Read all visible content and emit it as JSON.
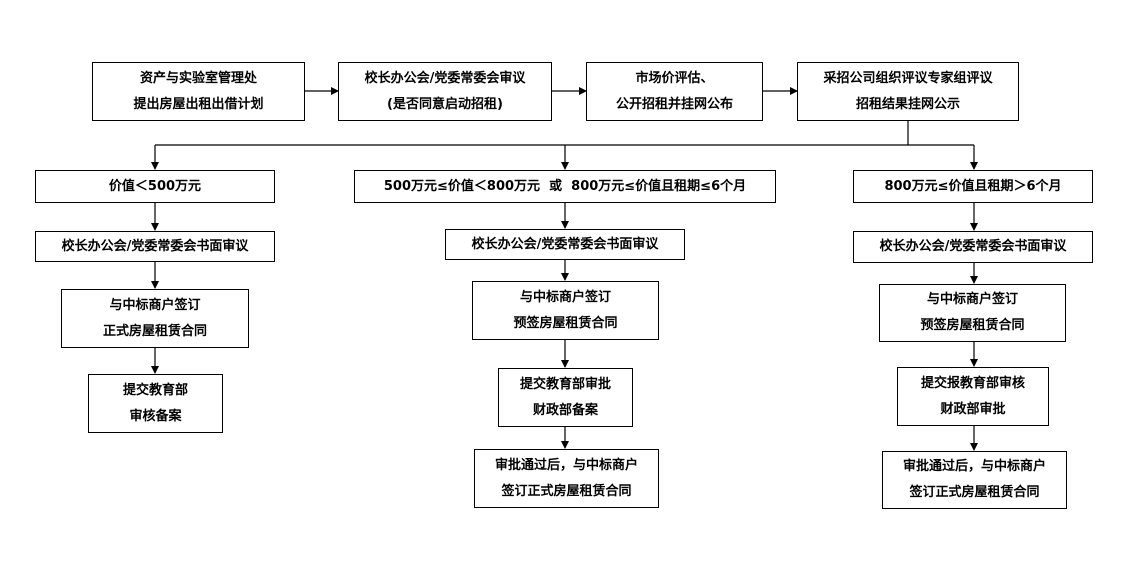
{
  "top_row": {
    "step1": {
      "line1": "资产与实验室管理处",
      "line2": "提出房屋出租出借计划"
    },
    "step2": {
      "line1": "校长办公会/党委常委会审议",
      "line2": "(是否同意启动招租)"
    },
    "step3": {
      "line1": "市场价评估、",
      "line2": "公开招租并挂网公布"
    },
    "step4": {
      "line1": "采招公司组织评议专家组评议",
      "line2": "招租结果挂网公示"
    }
  },
  "branch_left": {
    "condition": "价值＜500万元",
    "review": "校长办公会/党委常委会书面审议",
    "sign": {
      "line1": "与中标商户签订",
      "line2": "正式房屋租赁合同"
    },
    "submit": {
      "line1": "提交教育部",
      "line2": "审核备案"
    }
  },
  "branch_middle": {
    "condition": "500万元≤价值＜800万元  或  800万元≤价值且租期≤6个月",
    "review": "校长办公会/党委常委会书面审议",
    "sign": {
      "line1": "与中标商户签订",
      "line2": "预签房屋租赁合同"
    },
    "submit": {
      "line1": "提交教育部审批",
      "line2": "财政部备案"
    },
    "final": {
      "line1": "审批通过后，与中标商户",
      "line2": "签订正式房屋租赁合同"
    }
  },
  "branch_right": {
    "condition": "800万元≤价值且租期＞6个月",
    "review": "校长办公会/党委常委会书面审议",
    "sign": {
      "line1": "与中标商户签订",
      "line2": "预签房屋租赁合同"
    },
    "submit": {
      "line1": "提交报教育部审核",
      "line2": "财政部审批"
    },
    "final": {
      "line1": "审批通过后，与中标商户",
      "line2": "签订正式房屋租赁合同"
    }
  }
}
